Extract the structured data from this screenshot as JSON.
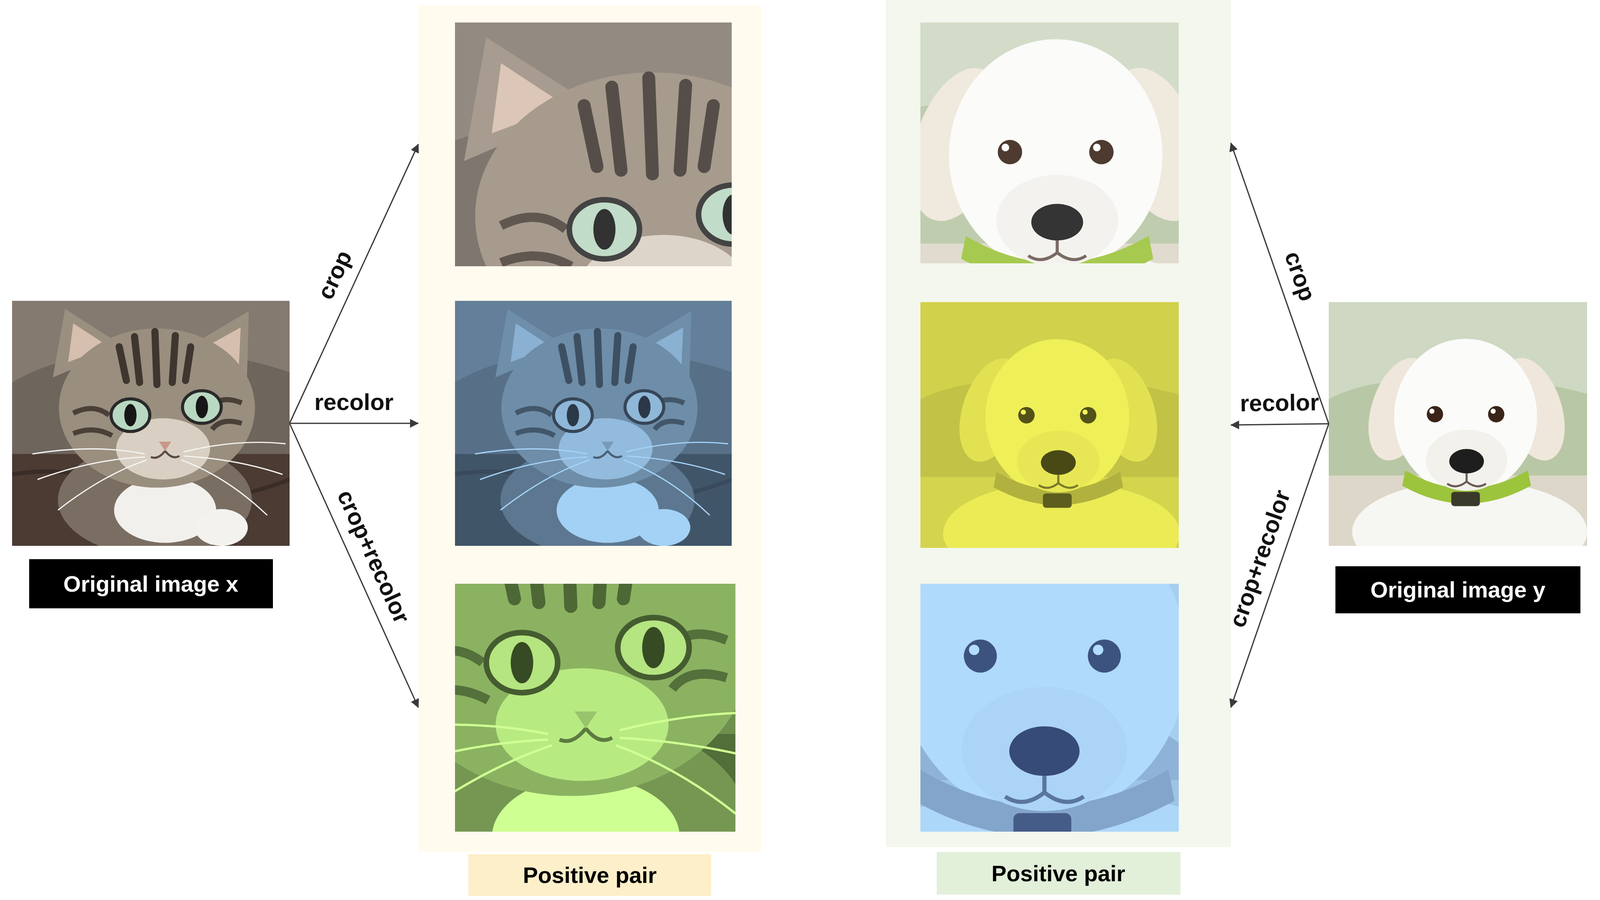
{
  "diagram": {
    "nodes": [
      {
        "text": [
          "Original image x"
        ]
      },
      {
        "text": [
          "Positive pair"
        ]
      },
      {
        "text": [
          "Positive pair"
        ]
      },
      {
        "text": [
          "Original image y"
        ]
      }
    ],
    "edges": [
      {
        "from": 0,
        "to": 1,
        "arrow": "to",
        "label": "crop"
      },
      {
        "from": 0,
        "to": 1,
        "arrow": "to",
        "label": "recolor"
      },
      {
        "from": 0,
        "to": 1,
        "arrow": "to",
        "label": "crop+recolor"
      },
      {
        "from": 3,
        "to": 2,
        "arrow": "to",
        "label": "crop"
      },
      {
        "from": 3,
        "to": 2,
        "arrow": "to",
        "label": "recolor"
      },
      {
        "from": 3,
        "to": 2,
        "arrow": "to",
        "label": "crop+recolor"
      }
    ]
  }
}
